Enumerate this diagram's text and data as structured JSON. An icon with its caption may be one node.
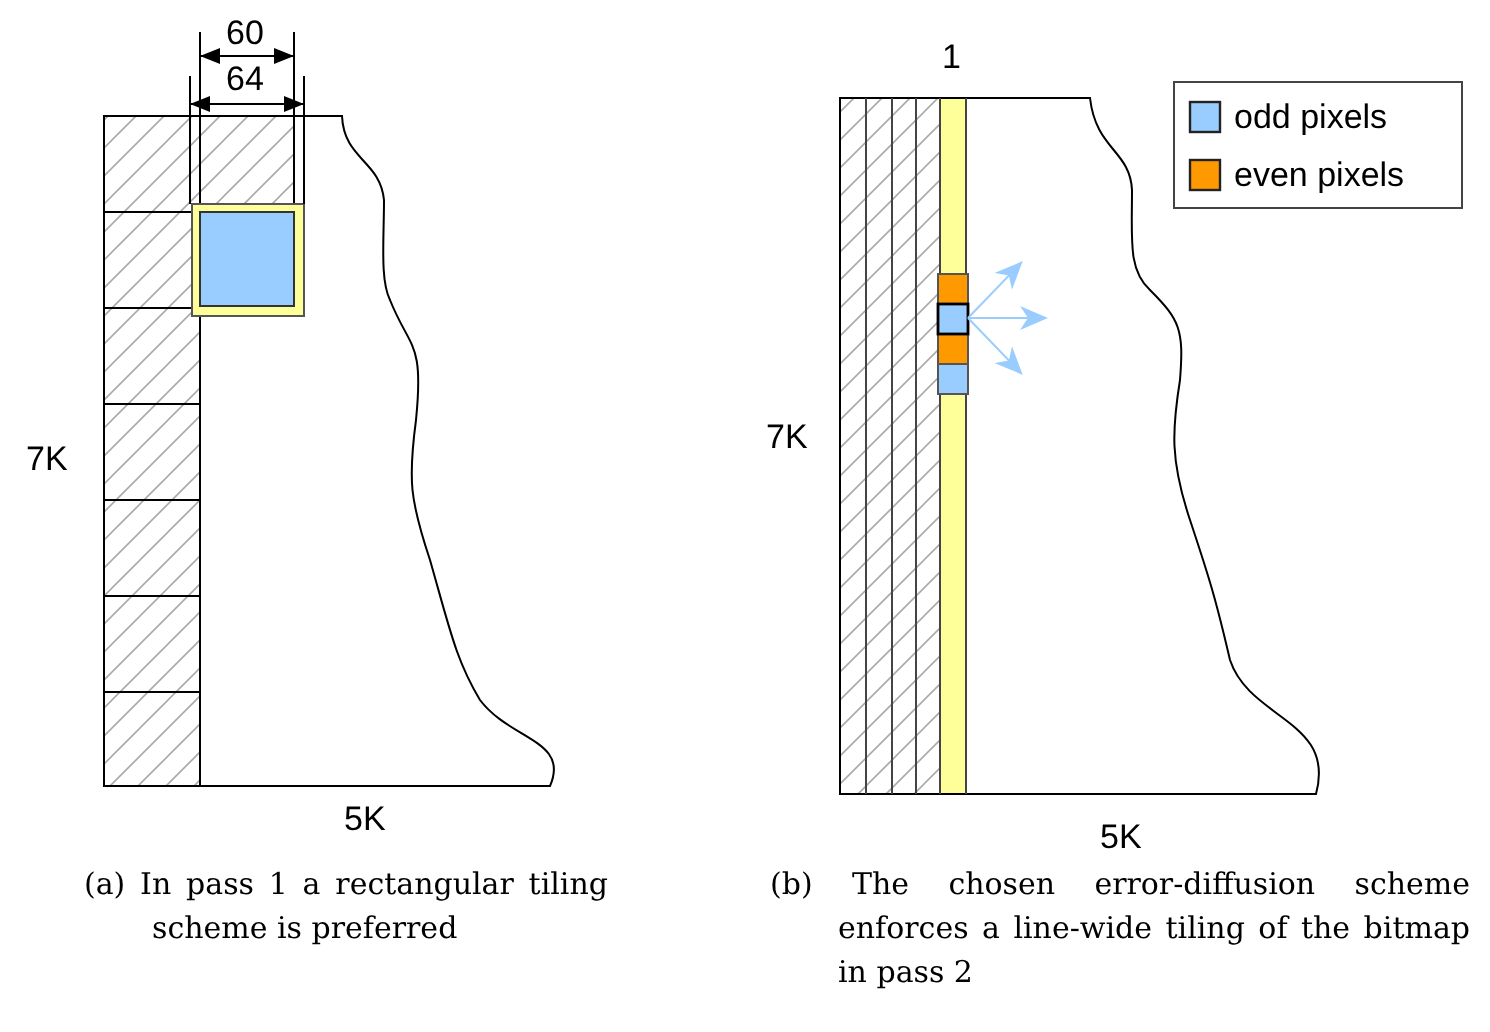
{
  "diagram": {
    "labels": [
      "60",
      "64",
      "7K",
      "5K",
      "(a) In pass 1 a rectangular tiling scheme is preferred",
      "1",
      "7K",
      "5K",
      "(b) The chosen error-diffusion scheme enforces a line-wide tiling of the bitmap in pass 2"
    ],
    "legend": [
      {
        "text": "odd pixels",
        "color": "#99ccff"
      },
      {
        "text": "even pixels",
        "color": "#ff9900"
      }
    ]
  }
}
